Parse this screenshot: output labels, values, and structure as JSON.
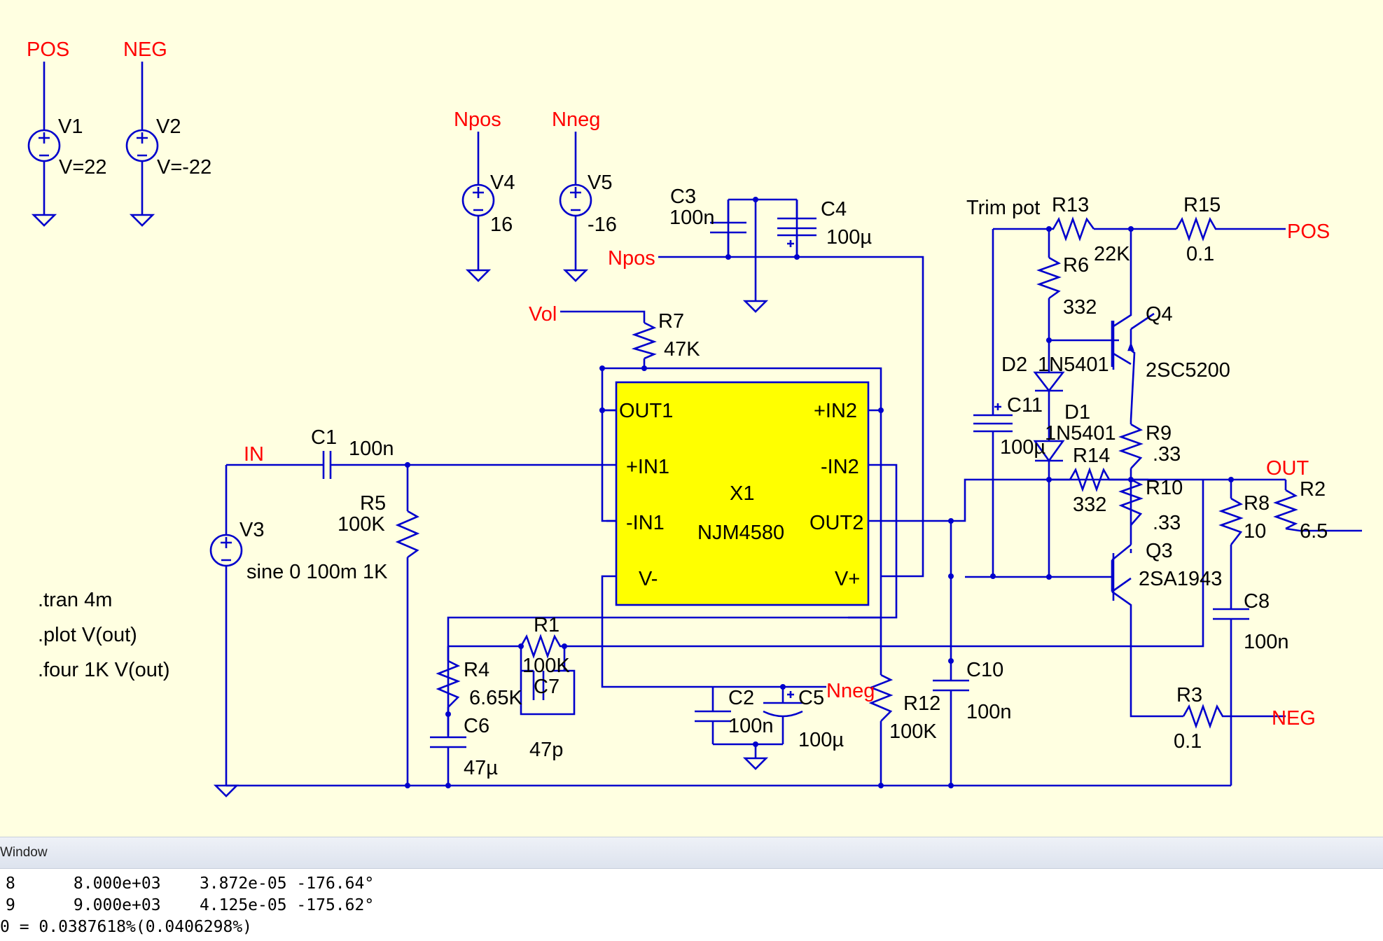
{
  "nets": {
    "pos": "POS",
    "neg": "NEG",
    "npos": "Npos",
    "nneg": "Nneg",
    "vol": "Vol",
    "in": "IN",
    "out": "OUT"
  },
  "components": {
    "V1": {
      "name": "V1",
      "value": "V=22"
    },
    "V2": {
      "name": "V2",
      "value": "V=-22"
    },
    "V3": {
      "name": "V3",
      "value": "sine 0 100m 1K"
    },
    "V4": {
      "name": "V4",
      "value": "16"
    },
    "V5": {
      "name": "V5",
      "value": "-16"
    },
    "C1": {
      "name": "C1",
      "value": "100n"
    },
    "C2": {
      "name": "C2",
      "value": "100n"
    },
    "C3": {
      "name": "C3",
      "value": "100n"
    },
    "C4": {
      "name": "C4",
      "value": "100µ"
    },
    "C5": {
      "name": "C5",
      "value": "100µ"
    },
    "C6": {
      "name": "C6",
      "value": "47µ"
    },
    "C7": {
      "name": "C7",
      "value": "47p"
    },
    "C8": {
      "name": "C8",
      "value": "100n"
    },
    "C10": {
      "name": "C10",
      "value": "100n"
    },
    "C11": {
      "name": "C11",
      "value": "100µ"
    },
    "R1": {
      "name": "R1",
      "value": "100K"
    },
    "R2": {
      "name": "R2",
      "value": "6.5"
    },
    "R3": {
      "name": "R3",
      "value": "0.1"
    },
    "R4": {
      "name": "R4",
      "value": "6.65K"
    },
    "R5": {
      "name": "R5",
      "value": "100K"
    },
    "R6": {
      "name": "R6",
      "value": "332"
    },
    "R7": {
      "name": "R7",
      "value": "47K"
    },
    "R8": {
      "name": "R8",
      "value": "10"
    },
    "R9": {
      "name": "R9",
      "value": ".33"
    },
    "R10": {
      "name": "R10",
      "value": ".33"
    },
    "R12": {
      "name": "R12",
      "value": "100K"
    },
    "R13": {
      "name": "R13",
      "value": "22K",
      "note": "Trim pot"
    },
    "R14": {
      "name": "R14",
      "value": "332"
    },
    "R15": {
      "name": "R15",
      "value": "0.1"
    },
    "D1": {
      "name": "D1",
      "value": "1N5401"
    },
    "D2": {
      "name": "D2",
      "value": "1N5401"
    },
    "Q3": {
      "name": "Q3",
      "value": "2SA1943"
    },
    "Q4": {
      "name": "Q4",
      "value": "2SC5200"
    },
    "X1": {
      "name": "X1",
      "value": "NJM4580",
      "pins": {
        "out1": "OUT1",
        "in1p": "+IN1",
        "in1n": "-IN1",
        "vneg": "V-",
        "in2p": "+IN2",
        "in2n": "-IN2",
        "out2": "OUT2",
        "vpos": "V+"
      }
    }
  },
  "directives": [
    ".tran 4m",
    ".plot V(out)",
    ".four 1K V(out)"
  ],
  "log_window": {
    "title": "Window",
    "lines": [
      "8      8.000e+03    3.872e-05 -176.64°",
      "9      9.000e+03    4.125e-05 -175.62°",
      "0 = 0.0387618%(0.0406298%)"
    ]
  },
  "colors": {
    "wire": "#0000cc",
    "net_label": "#ff0000",
    "background": "#ffffe1",
    "opamp_fill": "#ffff00"
  },
  "icons": [
    "voltage-source-icon",
    "ground-icon",
    "resistor-icon",
    "capacitor-icon",
    "polarized-capacitor-icon",
    "diode-icon",
    "npn-transistor-icon",
    "pnp-transistor-icon",
    "opamp-icon"
  ]
}
